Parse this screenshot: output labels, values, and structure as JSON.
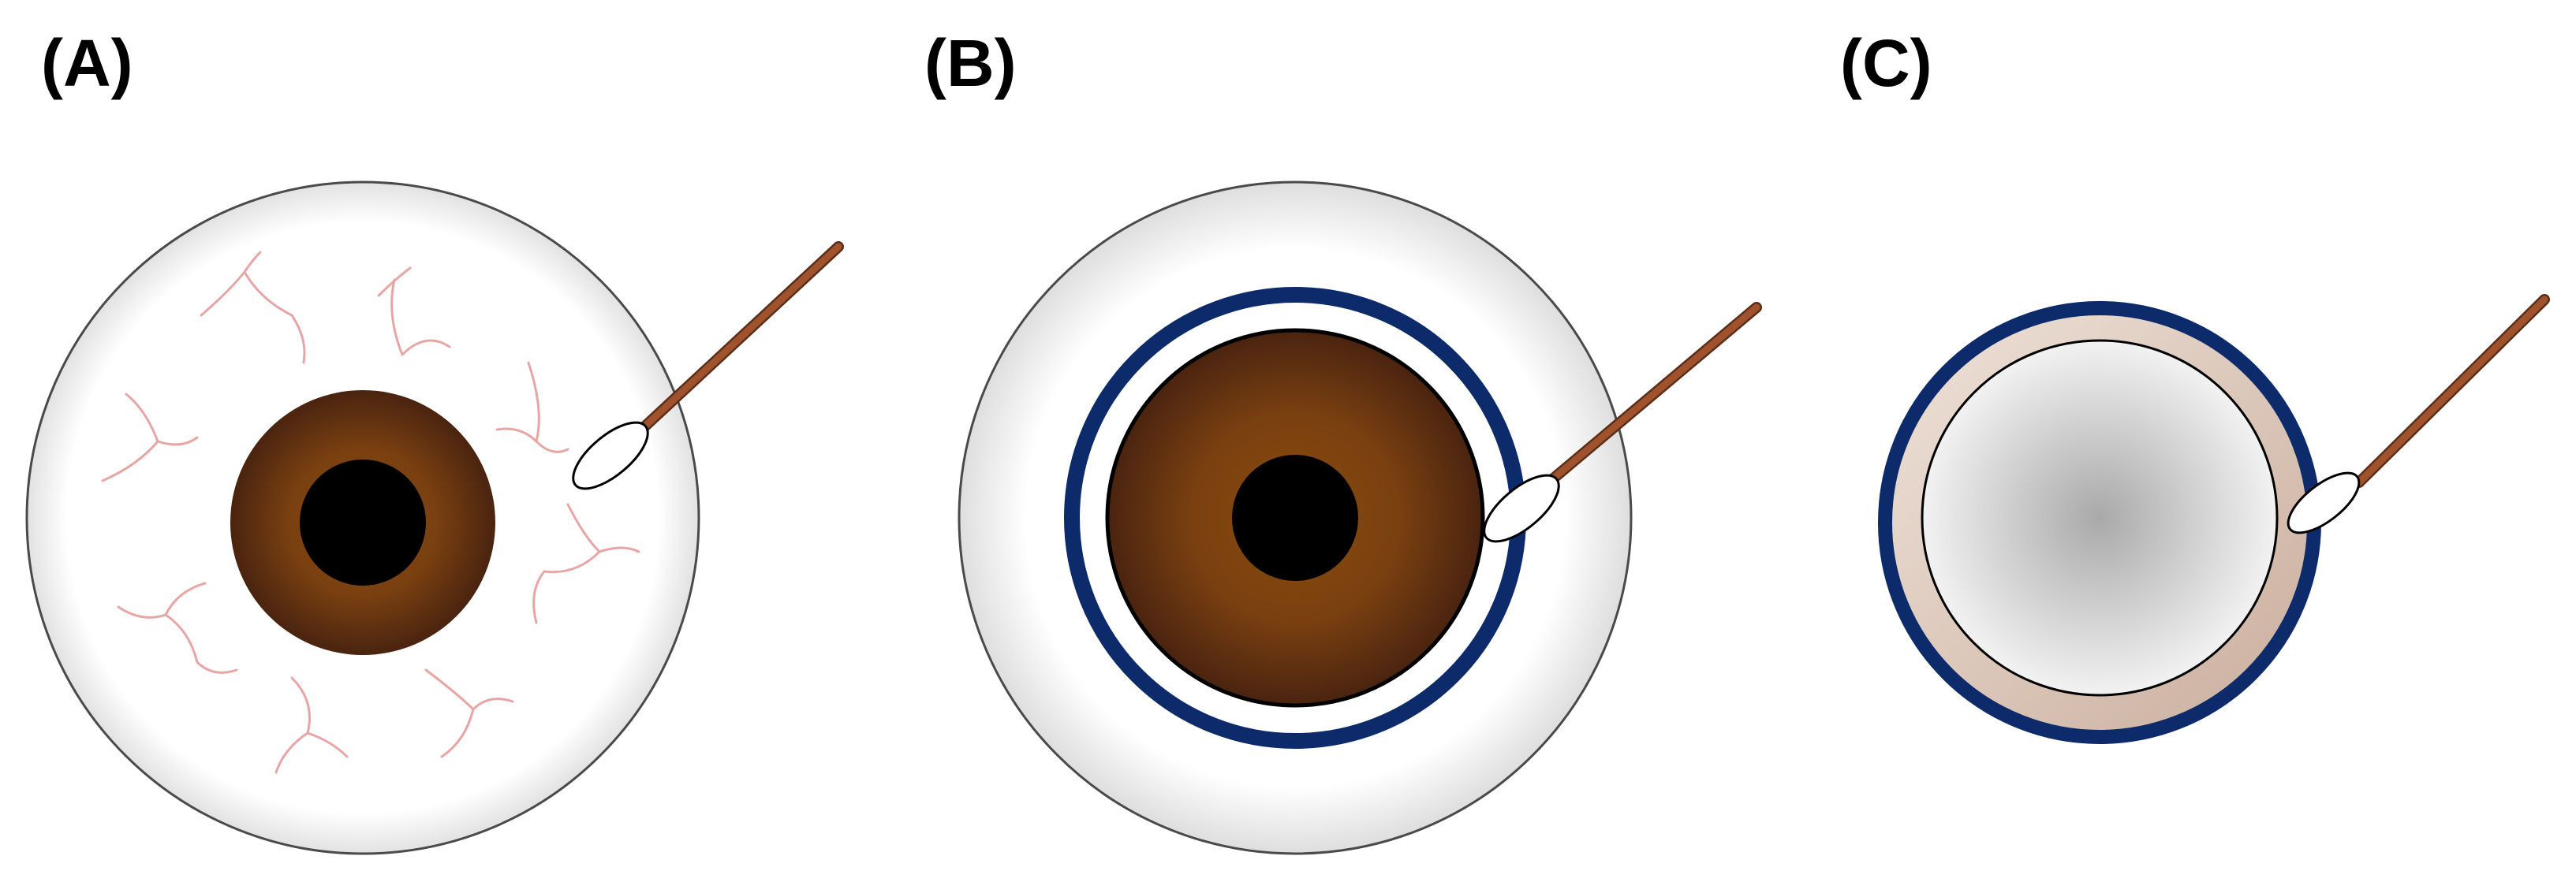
{
  "panels": [
    {
      "label": "(A)"
    },
    {
      "label": "(B)"
    },
    {
      "label": "(C)"
    }
  ],
  "colors": {
    "sclera": "#ffffff",
    "sclera_shade": "#dcdcdc",
    "outline": "#4a4a4a",
    "iris_center": "#8a4a0c",
    "iris_edge": "#4a2410",
    "pupil": "#000000",
    "vein": "#e8a5a5",
    "ring": "#0d2a6b",
    "swab_stick": "#a0522d",
    "swab_stick_edge": "#5a2e18",
    "swab_tip": "#ffffff",
    "lens_rim": "#d9c4b6",
    "lens_center": "#a9a9a9",
    "lens_edge": "#f2f2f2"
  },
  "icons": [
    "eye-icon",
    "cotton-swab-icon",
    "contact-lens-icon"
  ]
}
